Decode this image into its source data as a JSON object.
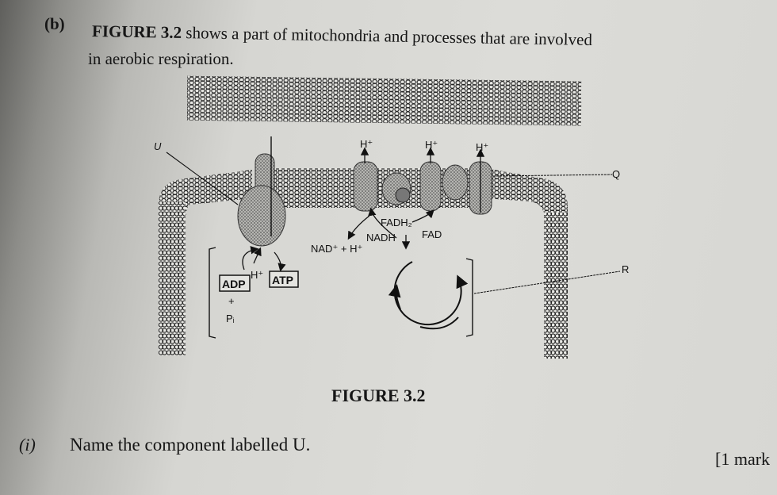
{
  "question": {
    "part_label": "(b)",
    "figure_ref": "FIGURE 3.2",
    "text_line1": " shows a part of mitochondria and processes that are involved",
    "text_line2": "in aerobic respiration."
  },
  "figure": {
    "caption": "FIGURE 3.2",
    "labels": {
      "u": "U",
      "q": "Q",
      "r": "R",
      "h_plus": "H⁺",
      "fadh2": "FADH₂",
      "fad": "FAD",
      "nadh": "NADH",
      "nad_plus": "NAD⁺ + H⁺",
      "adp": "ADP",
      "plus": "+",
      "pi": "Pᵢ",
      "atp": "ATP"
    }
  },
  "subquestion": {
    "number": "(i)",
    "text": "Name the component labelled U.",
    "marks": "[1 mark"
  }
}
